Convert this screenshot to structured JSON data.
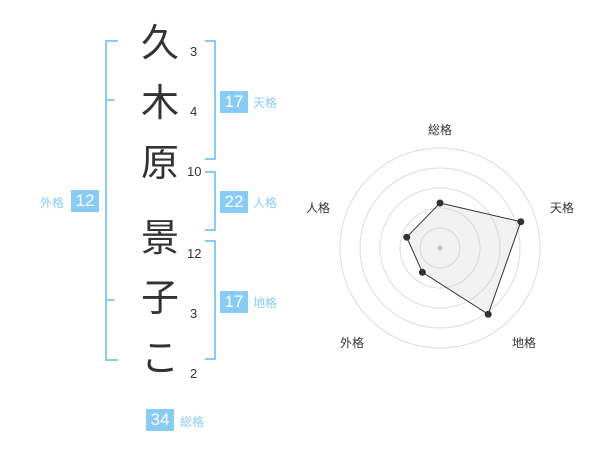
{
  "name_chars": [
    {
      "char": "久",
      "strokes": "3"
    },
    {
      "char": "木",
      "strokes": "4"
    },
    {
      "char": "原",
      "strokes": "10"
    },
    {
      "char": "景",
      "strokes": "12"
    },
    {
      "char": "子",
      "strokes": "3"
    },
    {
      "char": "こ",
      "strokes": "2"
    }
  ],
  "fortunes": {
    "tenkaku": {
      "value": "17",
      "label": "天格"
    },
    "jinkaku": {
      "value": "22",
      "label": "人格"
    },
    "chikaku": {
      "value": "17",
      "label": "地格"
    },
    "gaikaku": {
      "value": "12",
      "label": "外格"
    },
    "soukaku": {
      "value": "34",
      "label": "総格"
    }
  },
  "radar": {
    "axes": [
      "総格",
      "天格",
      "地格",
      "外格",
      "人格"
    ],
    "values": [
      0.45,
      0.85,
      0.82,
      0.3,
      0.35
    ],
    "accent": "#88ccf5"
  }
}
